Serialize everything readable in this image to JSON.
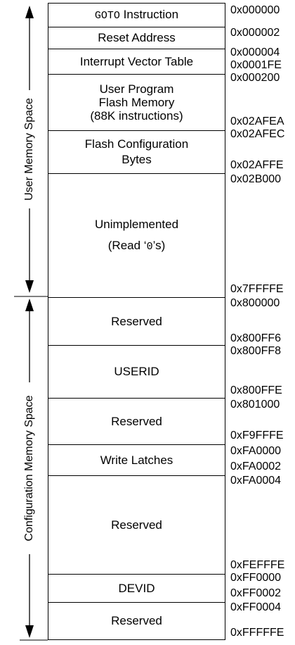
{
  "side_labels": {
    "user": "User Memory Space",
    "config": "Configuration Memory Space"
  },
  "segments": [
    {
      "id": "goto",
      "line1_mono": "GOTO",
      "line1_rest": " Instruction"
    },
    {
      "id": "reset",
      "text": "Reset Address"
    },
    {
      "id": "ivt",
      "text": "Interrupt Vector Table"
    },
    {
      "id": "user-flash",
      "lines": [
        "User Program",
        "Flash Memory",
        "(88K instructions)"
      ]
    },
    {
      "id": "flash-config",
      "lines": [
        "Flash Configuration",
        "Bytes"
      ]
    },
    {
      "id": "unimpl",
      "line1": "Unimplemented",
      "line2_pre": "(Read ‘",
      "line2_mono": "0",
      "line2_post": "’s)"
    },
    {
      "id": "reserved-1",
      "text": "Reserved"
    },
    {
      "id": "userid",
      "text": "USERID"
    },
    {
      "id": "reserved-2",
      "text": "Reserved"
    },
    {
      "id": "write-latches",
      "text": "Write Latches"
    },
    {
      "id": "reserved-3",
      "text": "Reserved"
    },
    {
      "id": "devid",
      "text": "DEVID"
    },
    {
      "id": "reserved-4",
      "text": "Reserved"
    }
  ],
  "addresses": [
    "0x000000",
    "0x000002",
    "0x000004",
    "0x0001FE",
    "0x000200",
    "0x02AFEA",
    "0x02AFEC",
    "0x02AFFE",
    "0x02B000",
    "0x7FFFFE",
    "0x800000",
    "0x800FF6",
    "0x800FF8",
    "0x800FFE",
    "0x801000",
    "0xF9FFFE",
    "0xFA0000",
    "0xFA0002",
    "0xFA0004",
    "0xFEFFFE",
    "0xFF0000",
    "0xFF0002",
    "0xFF0004",
    "0xFFFFFE"
  ]
}
